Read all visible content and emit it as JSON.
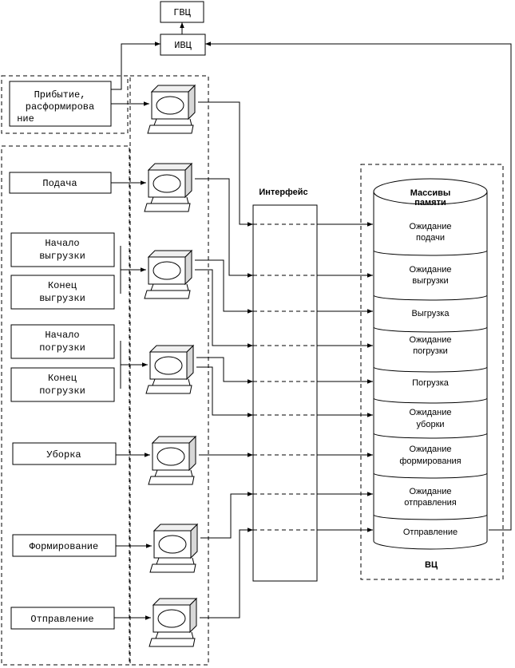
{
  "top": {
    "gvc": "ГВЦ",
    "ivc": "ИВЦ"
  },
  "operations": [
    {
      "id": "arrival",
      "lines": [
        "Прибытие,",
        "расформирова",
        "ние"
      ]
    },
    {
      "id": "supply",
      "lines": [
        "Подача"
      ]
    },
    {
      "id": "unload-start",
      "lines": [
        "Начало",
        "выгрузки"
      ]
    },
    {
      "id": "unload-end",
      "lines": [
        "Конец",
        "выгрузки"
      ]
    },
    {
      "id": "load-start",
      "lines": [
        "Начало",
        "погрузки"
      ]
    },
    {
      "id": "load-end",
      "lines": [
        "Конец",
        "погрузки"
      ]
    },
    {
      "id": "cleaning",
      "lines": [
        "Уборка"
      ]
    },
    {
      "id": "forming",
      "lines": [
        "Формирование"
      ]
    },
    {
      "id": "dispatch",
      "lines": [
        "Отправление"
      ]
    }
  ],
  "interface": {
    "label": "Интерфейс"
  },
  "vc": {
    "label": "ВЦ",
    "storage_title": [
      "Массивы",
      "памяти"
    ],
    "sections": [
      {
        "id": "wait-supply",
        "lines": [
          "Ожидание",
          "подачи"
        ]
      },
      {
        "id": "wait-unload",
        "lines": [
          "Ожидание",
          "выгрузки"
        ]
      },
      {
        "id": "unload",
        "lines": [
          "Выгрузка"
        ]
      },
      {
        "id": "wait-load",
        "lines": [
          "Ожидание",
          "погрузки"
        ]
      },
      {
        "id": "load",
        "lines": [
          "Погрузка"
        ]
      },
      {
        "id": "wait-clean",
        "lines": [
          "Ожидание",
          "уборки"
        ]
      },
      {
        "id": "wait-form",
        "lines": [
          "Ожидание",
          "формирования"
        ]
      },
      {
        "id": "wait-dispatch",
        "lines": [
          "Ожидание",
          "отправления"
        ]
      },
      {
        "id": "dispatch-sec",
        "lines": [
          "Отправление"
        ]
      }
    ]
  }
}
